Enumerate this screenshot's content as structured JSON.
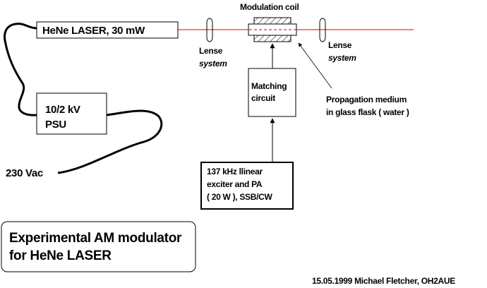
{
  "diagram": {
    "title_line1": "Experimental AM modulator",
    "title_line2": "for HeNe LASER",
    "author_note": "15.05.1999 Michael Fletcher, OH2AUE",
    "colors": {
      "beam": "#e00000",
      "ink": "#000000",
      "background": "#ffffff"
    },
    "nodes": {
      "laser": {
        "label": "HeNe LASER, 30 mW"
      },
      "psu": {
        "line1": "10/2 kV",
        "line2": "PSU"
      },
      "mains": {
        "label": "230 Vac"
      },
      "lens_left": {
        "line1": "Lense",
        "line2": "system"
      },
      "lens_right": {
        "line1": "Lense",
        "line2": "system"
      },
      "coil": {
        "label": "Modulation coil"
      },
      "matching": {
        "line1": "Matching",
        "line2": "circuit"
      },
      "exciter": {
        "line1": "137 kHz llinear",
        "line2": "exciter and PA",
        "line3": "( 20 W ), SSB/CW"
      },
      "medium": {
        "line1": "Propagation medium",
        "line2": "in glass flask ( water )"
      }
    }
  }
}
